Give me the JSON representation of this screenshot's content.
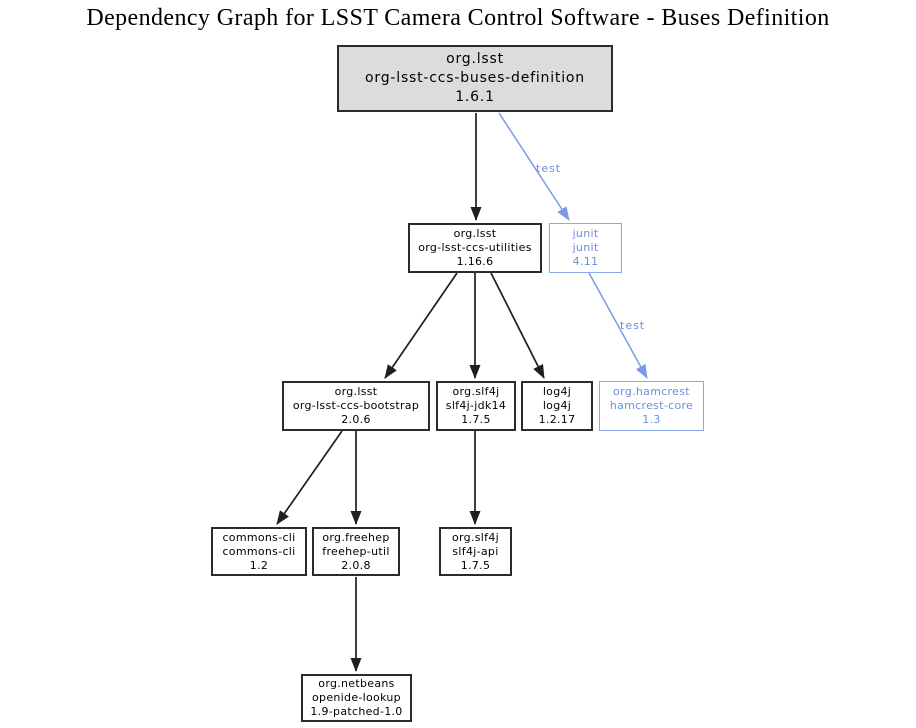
{
  "title": "Dependency Graph for LSST Camera Control Software - Buses Definition",
  "colors": {
    "root_node_fill": "#dcdcdc",
    "node_fill": "#ffffff",
    "node_border": "#2b2b2b",
    "edge": "#1f1f1f",
    "test_accent": "#6b8ede"
  },
  "nodes": [
    {
      "group": "org.lsst",
      "artifact": "org-lsst-ccs-buses-definition",
      "version": "1.6.1"
    },
    {
      "group": "org.lsst",
      "artifact": "org-lsst-ccs-utilities",
      "version": "1.16.6"
    },
    {
      "group": "junit",
      "artifact": "junit",
      "version": "4.11"
    },
    {
      "group": "org.lsst",
      "artifact": "org-lsst-ccs-bootstrap",
      "version": "2.0.6"
    },
    {
      "group": "org.slf4j",
      "artifact": "slf4j-jdk14",
      "version": "1.7.5"
    },
    {
      "group": "log4j",
      "artifact": "log4j",
      "version": "1.2.17"
    },
    {
      "group": "org.hamcrest",
      "artifact": "hamcrest-core",
      "version": "1.3"
    },
    {
      "group": "commons-cli",
      "artifact": "commons-cli",
      "version": "1.2"
    },
    {
      "group": "org.freehep",
      "artifact": "freehep-util",
      "version": "2.0.8"
    },
    {
      "group": "org.slf4j",
      "artifact": "slf4j-api",
      "version": "1.7.5"
    },
    {
      "group": "org.netbeans",
      "artifact": "openide-lookup",
      "version": "1.9-patched-1.0"
    }
  ],
  "edges": [
    {
      "from": "org-lsst-ccs-buses-definition",
      "to": "org-lsst-ccs-utilities",
      "label": ""
    },
    {
      "from": "org-lsst-ccs-buses-definition",
      "to": "junit",
      "label": "test"
    },
    {
      "from": "org-lsst-ccs-utilities",
      "to": "org-lsst-ccs-bootstrap",
      "label": ""
    },
    {
      "from": "org-lsst-ccs-utilities",
      "to": "slf4j-jdk14",
      "label": ""
    },
    {
      "from": "org-lsst-ccs-utilities",
      "to": "log4j",
      "label": ""
    },
    {
      "from": "junit",
      "to": "hamcrest-core",
      "label": "test"
    },
    {
      "from": "org-lsst-ccs-bootstrap",
      "to": "commons-cli",
      "label": ""
    },
    {
      "from": "org-lsst-ccs-bootstrap",
      "to": "freehep-util",
      "label": ""
    },
    {
      "from": "slf4j-jdk14",
      "to": "slf4j-api",
      "label": ""
    },
    {
      "from": "freehep-util",
      "to": "openide-lookup",
      "label": ""
    }
  ]
}
